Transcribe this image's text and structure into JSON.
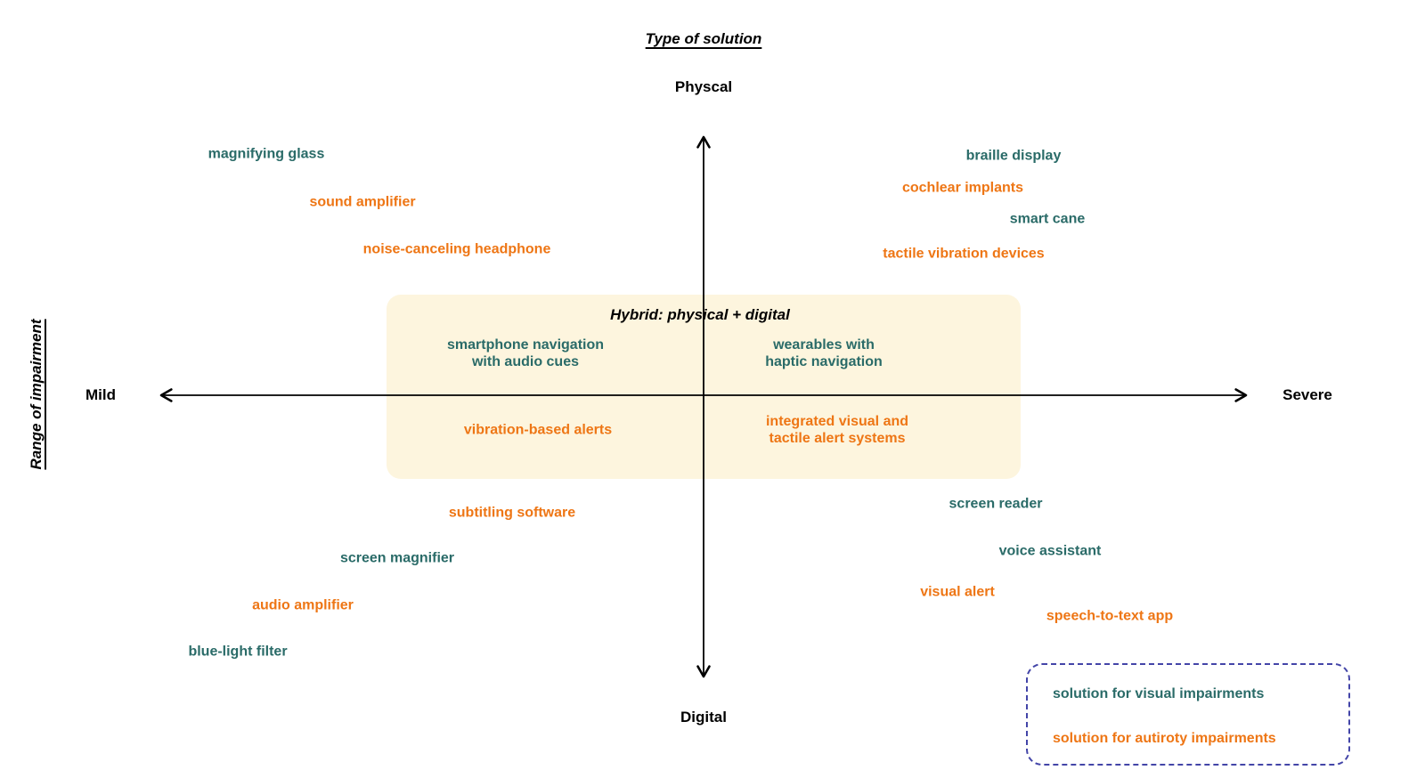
{
  "colors": {
    "visual": "#2A6B68",
    "auditory": "#EE7615",
    "hybrid_box_bg": "#FDF5DE",
    "legend_border": "#4345A8",
    "axis": "#000000"
  },
  "axes": {
    "vertical": {
      "title": "Type of solution",
      "top_label": "Physcal",
      "bottom_label": "Digital"
    },
    "horizontal": {
      "title": "Range of impairment",
      "left_label": "Mild",
      "right_label": "Severe"
    }
  },
  "hybrid_zone": {
    "title": "Hybrid: physical + digital",
    "items": [
      {
        "label": "smartphone navigation\nwith audio cues",
        "category": "visual"
      },
      {
        "label": "wearables with\nhaptic navigation",
        "category": "visual"
      },
      {
        "label": "vibration-based alerts",
        "category": "auditory"
      },
      {
        "label": "integrated visual and\ntactile alert systems",
        "category": "auditory"
      }
    ]
  },
  "quadrants": {
    "physical_mild": {
      "items": [
        {
          "label": "magnifying glass",
          "category": "visual"
        },
        {
          "label": "sound amplifier",
          "category": "auditory"
        },
        {
          "label": "noise-canceling headphone",
          "category": "auditory"
        }
      ]
    },
    "physical_severe": {
      "items": [
        {
          "label": "braille display",
          "category": "visual"
        },
        {
          "label": "cochlear implants",
          "category": "auditory"
        },
        {
          "label": "smart cane",
          "category": "visual"
        },
        {
          "label": "tactile vibration devices",
          "category": "auditory"
        }
      ]
    },
    "digital_mild": {
      "items": [
        {
          "label": "subtitling software",
          "category": "auditory"
        },
        {
          "label": "screen magnifier",
          "category": "visual"
        },
        {
          "label": "audio amplifier",
          "category": "auditory"
        },
        {
          "label": "blue-light filter",
          "category": "visual"
        }
      ]
    },
    "digital_severe": {
      "items": [
        {
          "label": "screen reader",
          "category": "visual"
        },
        {
          "label": "voice assistant",
          "category": "visual"
        },
        {
          "label": "visual alert",
          "category": "auditory"
        },
        {
          "label": "speech-to-text app",
          "category": "auditory"
        }
      ]
    }
  },
  "legend": {
    "items": [
      {
        "label": "solution for visual impairments",
        "category": "visual"
      },
      {
        "label": "solution for autiroty impairments",
        "category": "auditory"
      }
    ]
  }
}
